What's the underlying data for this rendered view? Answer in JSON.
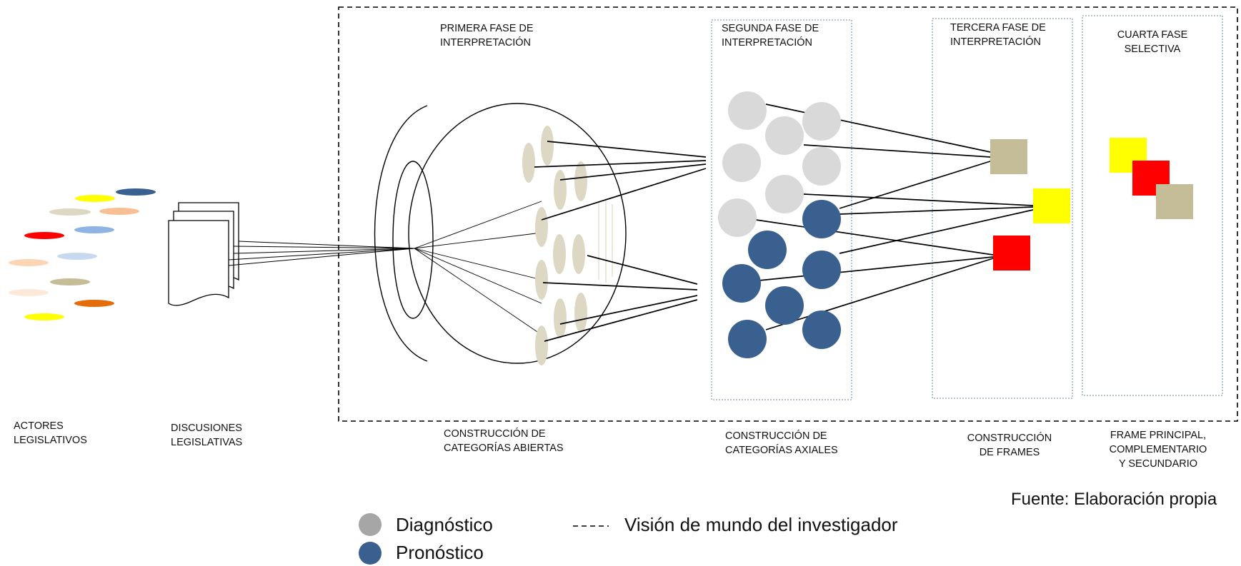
{
  "phases": {
    "first": [
      "PRIMERA FASE DE",
      "INTERPRETACIÓN"
    ],
    "second": [
      "SEGUNDA FASE DE",
      "INTERPRETACIÓN"
    ],
    "third": [
      "TERCERA FASE DE",
      "INTERPRETACIÓN"
    ],
    "fourth": [
      "CUARTA FASE",
      "SELECTIVA"
    ]
  },
  "bottom_labels": {
    "actors": [
      "ACTORES",
      "LEGISLATIVOS"
    ],
    "discussions": [
      "DISCUSIONES",
      "LEGISLATIVAS"
    ],
    "open": [
      "CONSTRUCCIÓN DE",
      "CATEGORÍAS ABIERTAS"
    ],
    "axial": [
      "CONSTRUCCIÓN DE",
      "CATEGORÍAS AXIALES"
    ],
    "frames": [
      "CONSTRUCCIÓN",
      "DE FRAMES"
    ],
    "final": [
      "FRAME PRINCIPAL,",
      "COMPLEMENTARIO",
      "Y SECUNDARIO"
    ]
  },
  "source": "Fuente: Elaboración propia",
  "legend": {
    "diagnostic": "Diagnóstico",
    "prognostic": "Pronóstico",
    "worldview": "Visión de mundo del investigador"
  },
  "colors": {
    "diagnostic": "#d9d9d9",
    "prognostic": "#3a6090",
    "legend_grey": "#a6a6a6",
    "category_beige": "#ddd8c4",
    "frame_khaki": "#c4bd97",
    "frame_yellow": "#ffff00",
    "frame_red": "#ff0000",
    "phase_border": "#8aa0b8"
  },
  "actor_colors": [
    "#ffff00",
    "#3a6090",
    "#ddd8c4",
    "#f8bf95",
    "#ff0000",
    "#8eb4e3",
    "#fcd5b4",
    "#c6d9f0",
    "#c4bd97",
    "#fde9d9",
    "#e46c0a",
    "#ffff00"
  ]
}
